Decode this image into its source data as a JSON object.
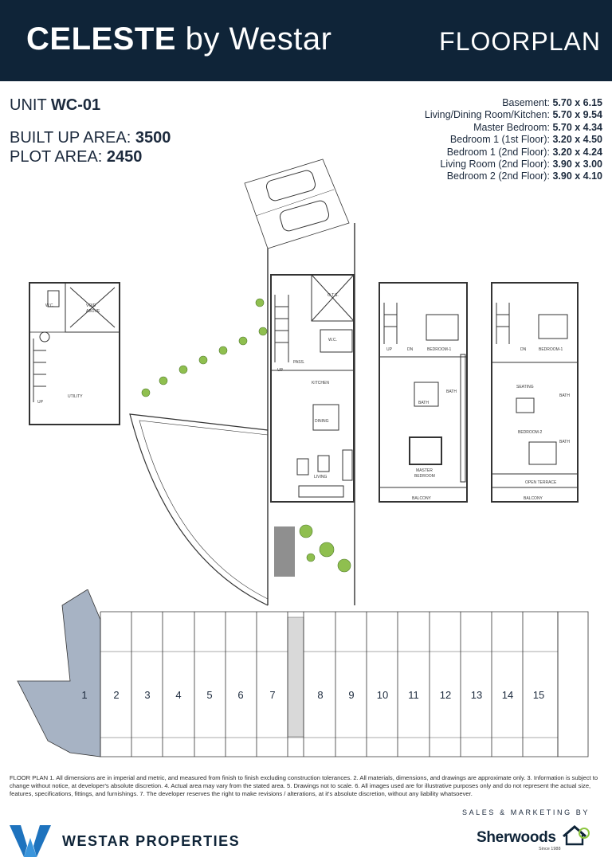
{
  "header": {
    "brand_main": "CELESTE",
    "brand_by": "by Westar",
    "doc_type": "FLOORPLAN",
    "background": "#0f2438"
  },
  "unit": {
    "unit_label": "UNIT",
    "unit_code": "WC-01",
    "built_up_label": "BUILT UP AREA:",
    "built_up_value": "3500",
    "plot_label": "PLOT AREA:",
    "plot_value": "2450"
  },
  "rooms": [
    {
      "label": "Basement:",
      "value": "5.70 x 6.15"
    },
    {
      "label": "Living/Dining Room/Kitchen:",
      "value": "5.70 x 9.54"
    },
    {
      "label": "Master Bedroom:",
      "value": "5.70 x 4.34"
    },
    {
      "label": "Bedroom 1 (1st Floor):",
      "value": "3.20 x 4.50"
    },
    {
      "label": "Bedroom 1 (2nd Floor):",
      "value": "3.20 x 4.24"
    },
    {
      "label": "Living Room (2nd Floor):",
      "value": "3.90 x 3.00"
    },
    {
      "label": "Bedroom 2 (2nd Floor):",
      "value": "3.90 x 4.10"
    }
  ],
  "plan_labels": {
    "wc": "W.C.",
    "void_above": "VOID",
    "void_above_2": "ABOVE",
    "utility": "UTILITY",
    "up": "UP",
    "dn": "DN",
    "ots": "O.T.S.",
    "pass": "PASS.",
    "kitchen": "KITCHEN",
    "dining": "DINING",
    "living": "LIVING",
    "bedroom_1": "BEDROOM-1",
    "bath": "BATH",
    "master_bedroom": "MASTER",
    "master_bedroom_2": "BEDROOM",
    "balcony": "BALCONY",
    "seating": "SEATING",
    "bedroom_2": "BEDROOM-2",
    "open_terrace": "OPEN TERRACE"
  },
  "site_plan": {
    "lots": [
      "1",
      "2",
      "3",
      "4",
      "5",
      "6",
      "7",
      "8",
      "9",
      "10",
      "11",
      "12",
      "13",
      "14",
      "15"
    ],
    "highlight_color": "#a7b3c4"
  },
  "disclaimer": "FLOOR PLAN 1. All dimensions are in imperial and metric, and measured from finish to finish excluding construction tolerances. 2. All materials, dimensions, and drawings are approximate only. 3. Information is subject to change without notice, at developer's absolute discretion. 4. Actual area may vary from the stated area. 5. Drawings not to scale. 6. All images used are for illustrative purposes only and do not represent the actual size, features, specifications, fittings, and furnishings. 7. The developer reserves the right to make revisions / alterations, at it's absolute discretion, without any liability whatsoever.",
  "footer": {
    "developer_name": "WESTAR PROPERTIES",
    "sales_label": "SALES & MARKETING BY",
    "agent_name": "Sherwoods",
    "agent_since": "Since 1988",
    "brand_color": "#1e73be",
    "agent_accent": "#8cc63f"
  }
}
